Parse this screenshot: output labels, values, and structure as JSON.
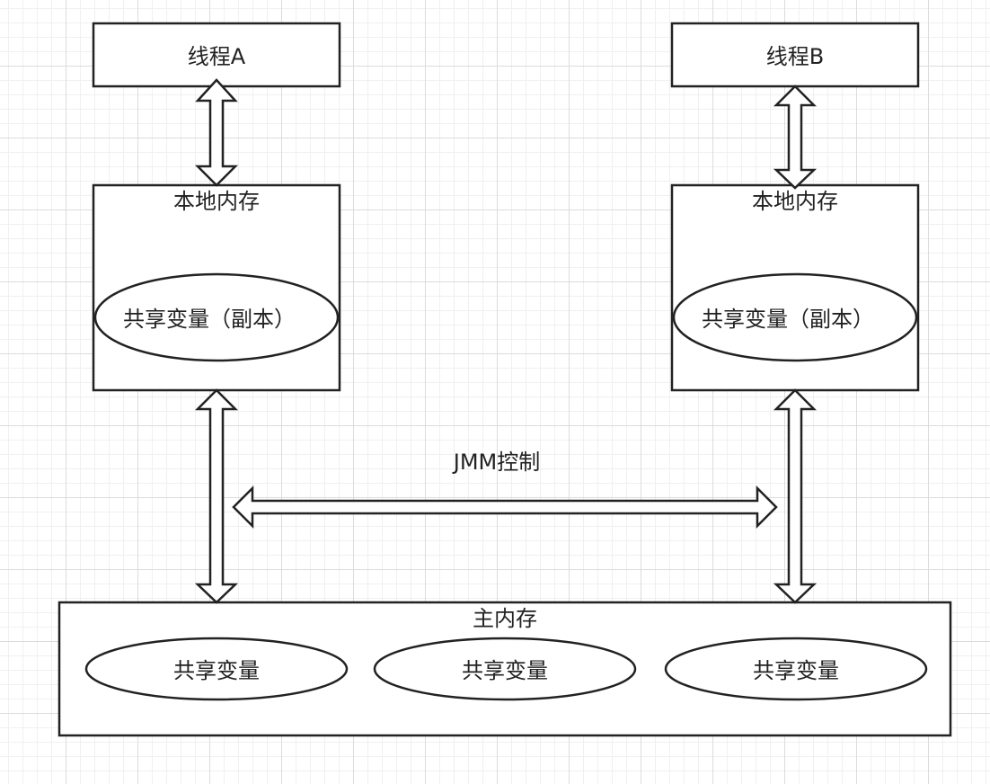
{
  "thread_a": {
    "label": "线程A"
  },
  "thread_b": {
    "label": "线程B"
  },
  "local_memory_a": {
    "title": "本地内存",
    "variable": "共享变量（副本）"
  },
  "local_memory_b": {
    "title": "本地内存",
    "variable": "共享变量（副本）"
  },
  "jmm": {
    "label": "JMM控制"
  },
  "main_memory": {
    "title": "主内存",
    "variables": [
      "共享变量",
      "共享变量",
      "共享变量"
    ]
  }
}
